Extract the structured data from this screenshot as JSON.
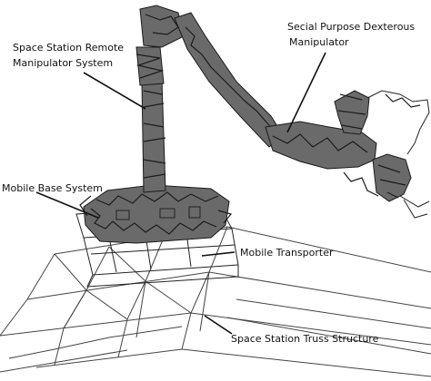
{
  "labels": {
    "ssrms": [
      "Space Station Remote",
      "Manipulator System"
    ],
    "spdm": [
      "Secial Purpose Dexterous",
      "Manipulator"
    ],
    "mbs": "Mobile Base System",
    "mt": "Mobile Transporter",
    "truss": "Space Station Truss Structure"
  },
  "colors": {
    "ink": "#111111",
    "structure": "#6a6a6a",
    "background": "#ffffff"
  }
}
